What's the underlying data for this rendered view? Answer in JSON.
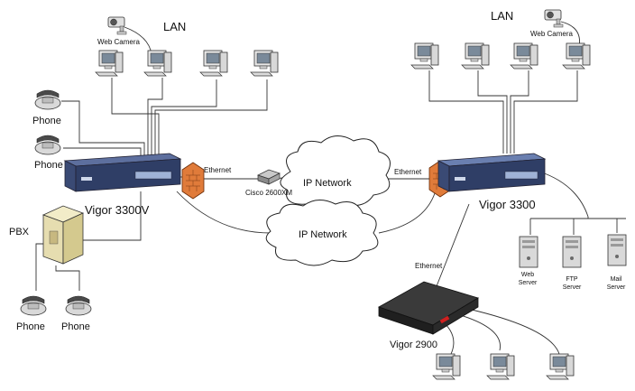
{
  "labels": {
    "lan_left": "LAN",
    "lan_right": "LAN",
    "webcam_left": "Web Camera",
    "webcam_right": "Web Camera",
    "phone_1": "Phone",
    "phone_2": "Phone",
    "phone_3": "Phone",
    "phone_4": "Phone",
    "pbx": "PBX",
    "vigor_3300v": "Vigor 3300V",
    "vigor_3300": "Vigor 3300",
    "vigor_2900": "Vigor 2900",
    "ethernet_left": "Ethernet",
    "ethernet_right": "Ethernet",
    "ethernet_bottom": "Ethernet",
    "cisco": "Cisco 2600XM",
    "ip_network_top": "IP Network",
    "ip_network_bottom": "IP Network",
    "web_server_1": "Web",
    "web_server_2": "Server",
    "ftp_server_1": "FTP",
    "ftp_server_2": "Server",
    "mail_server_1": "Mail",
    "mail_server_2": "Server"
  },
  "icons": {
    "router": "router-icon",
    "firewall": "firewall-icon",
    "pc": "computer-icon",
    "phone": "telephone-icon",
    "camera": "web-camera-icon",
    "server": "server-icon",
    "cloud": "cloud-icon"
  }
}
